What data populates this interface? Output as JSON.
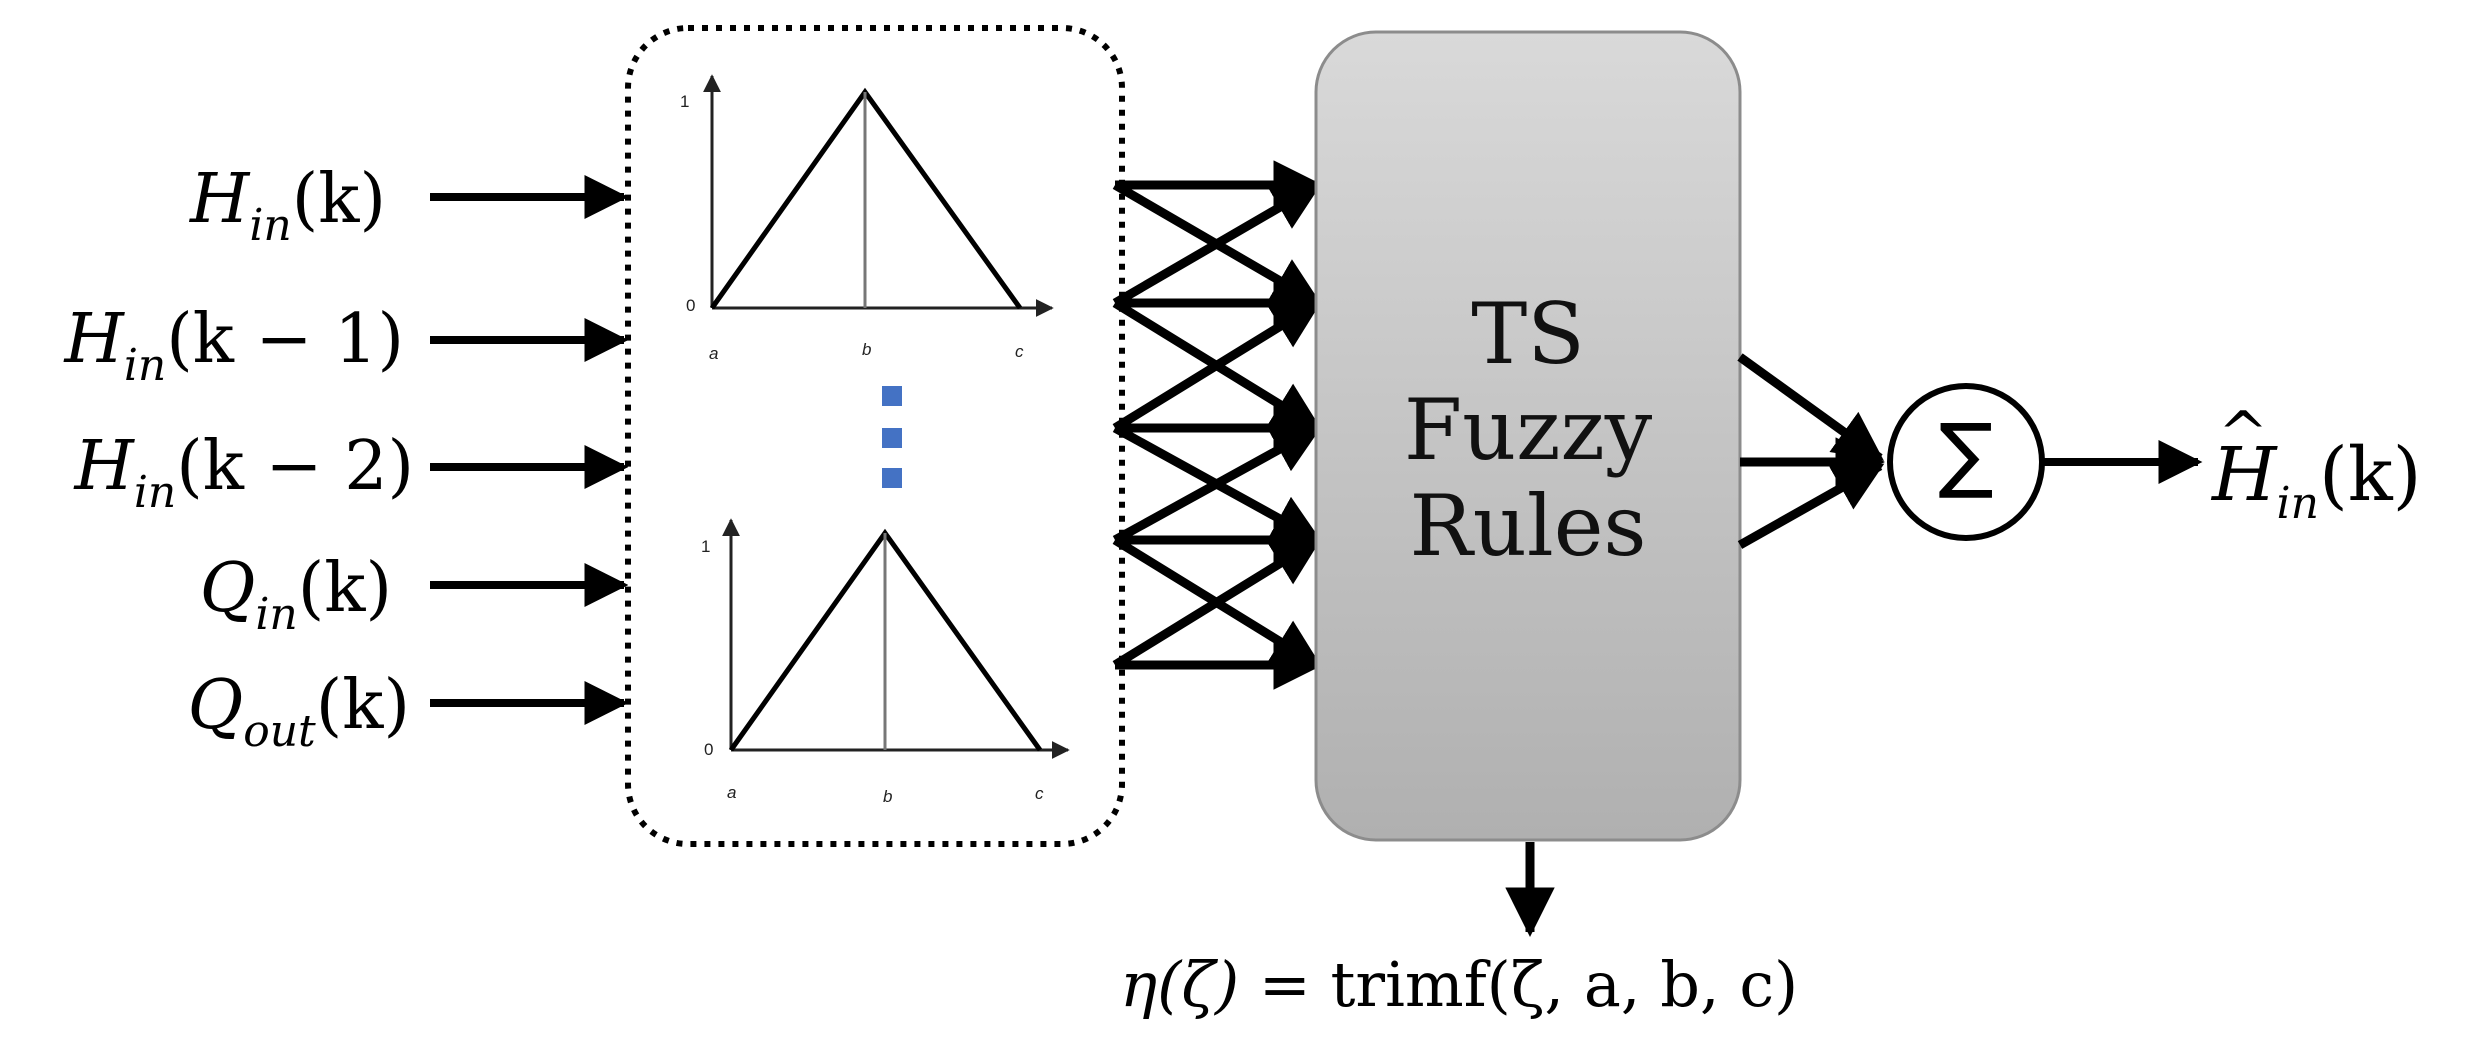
{
  "inputs": [
    {
      "base": "H",
      "sub": "in",
      "arg": "(k)"
    },
    {
      "base": "H",
      "sub": "in",
      "arg": "(k − 1)"
    },
    {
      "base": "H",
      "sub": "in",
      "arg": "(k − 2)"
    },
    {
      "base": "Q",
      "sub": "in",
      "arg": "(k)"
    },
    {
      "base": "Q",
      "sub": "out",
      "arg": "(k)"
    }
  ],
  "membership_plots": [
    {
      "y_top": "1",
      "y_zero": "0",
      "a": "a",
      "b": "b",
      "c": "c"
    },
    {
      "y_top": "1",
      "y_zero": "0",
      "a": "a",
      "b": "b",
      "c": "c"
    }
  ],
  "rule_block": {
    "line1": "TS",
    "line2": "Fuzzy",
    "line3": "Rules"
  },
  "summation": {
    "symbol": "∑"
  },
  "output": {
    "base": "H",
    "hat": "^",
    "sub": "in",
    "arg": "(k)"
  },
  "formula": {
    "lhs": "η(ζ)",
    "eq": " = ",
    "rhs": "trimf(ζ, a, b, c)"
  },
  "colors": {
    "rule_top": "#d6d6d6",
    "rule_bottom": "#b2b2b2",
    "dots": "#4472c4",
    "stroke": "#000000"
  }
}
